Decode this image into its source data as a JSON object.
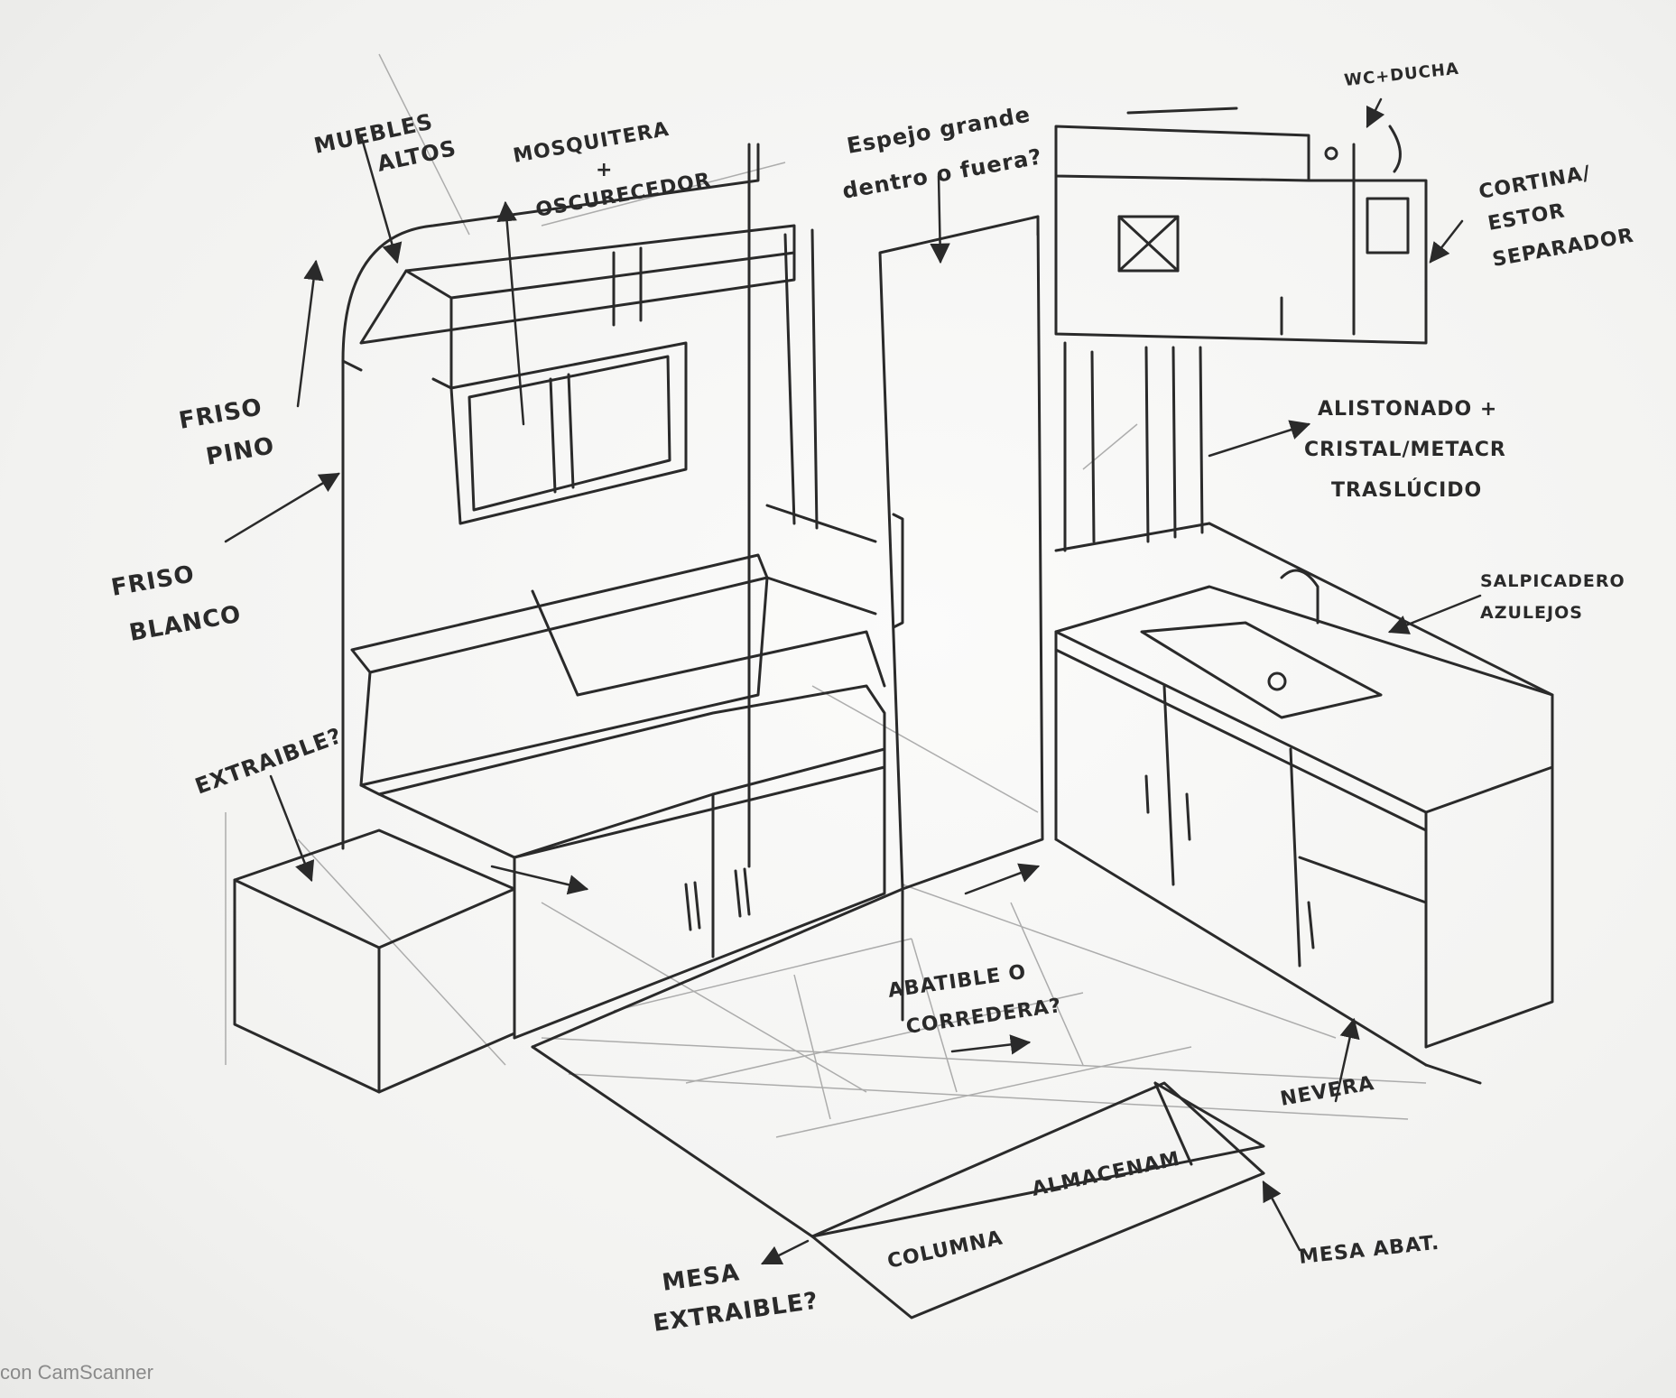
{
  "labels": {
    "muebles_altos": [
      "MUEBLES",
      "ALTOS"
    ],
    "mosquitera": [
      "MOSQUITERA",
      "+",
      "OSCURECEDOR"
    ],
    "espejo": [
      "Espejo grande",
      "dentro o fuera?"
    ],
    "wc_ducha": "WC+DUCHA",
    "cortina": [
      "CORTINA/",
      "ESTOR",
      "SEPARADOR"
    ],
    "friso_pino": [
      "FRISO",
      "PINO"
    ],
    "friso_blanco": [
      "FRISO",
      "BLANCO"
    ],
    "alistonado": [
      "ALISTONADO +",
      "CRISTAL/METACR",
      "TRASLÚCIDO"
    ],
    "salpicadero": [
      "SALPICADERO",
      "AZULEJOS"
    ],
    "extraible": "EXTRAIBLE?",
    "abatible": [
      "ABATIBLE O",
      "CORREDERA?"
    ],
    "nevera": "NEVERA",
    "almacenam": "ALMACENAM",
    "columna": "COLUMNA",
    "mesa_abat": "MESA ABAT.",
    "mesa_extraible": [
      "MESA",
      "EXTRAIBLE?"
    ]
  },
  "watermark": "con CamScanner",
  "colors": {
    "ink": "#2a2a2a",
    "pencil": "#8c8c8c",
    "paper": "#f6f6f4"
  }
}
